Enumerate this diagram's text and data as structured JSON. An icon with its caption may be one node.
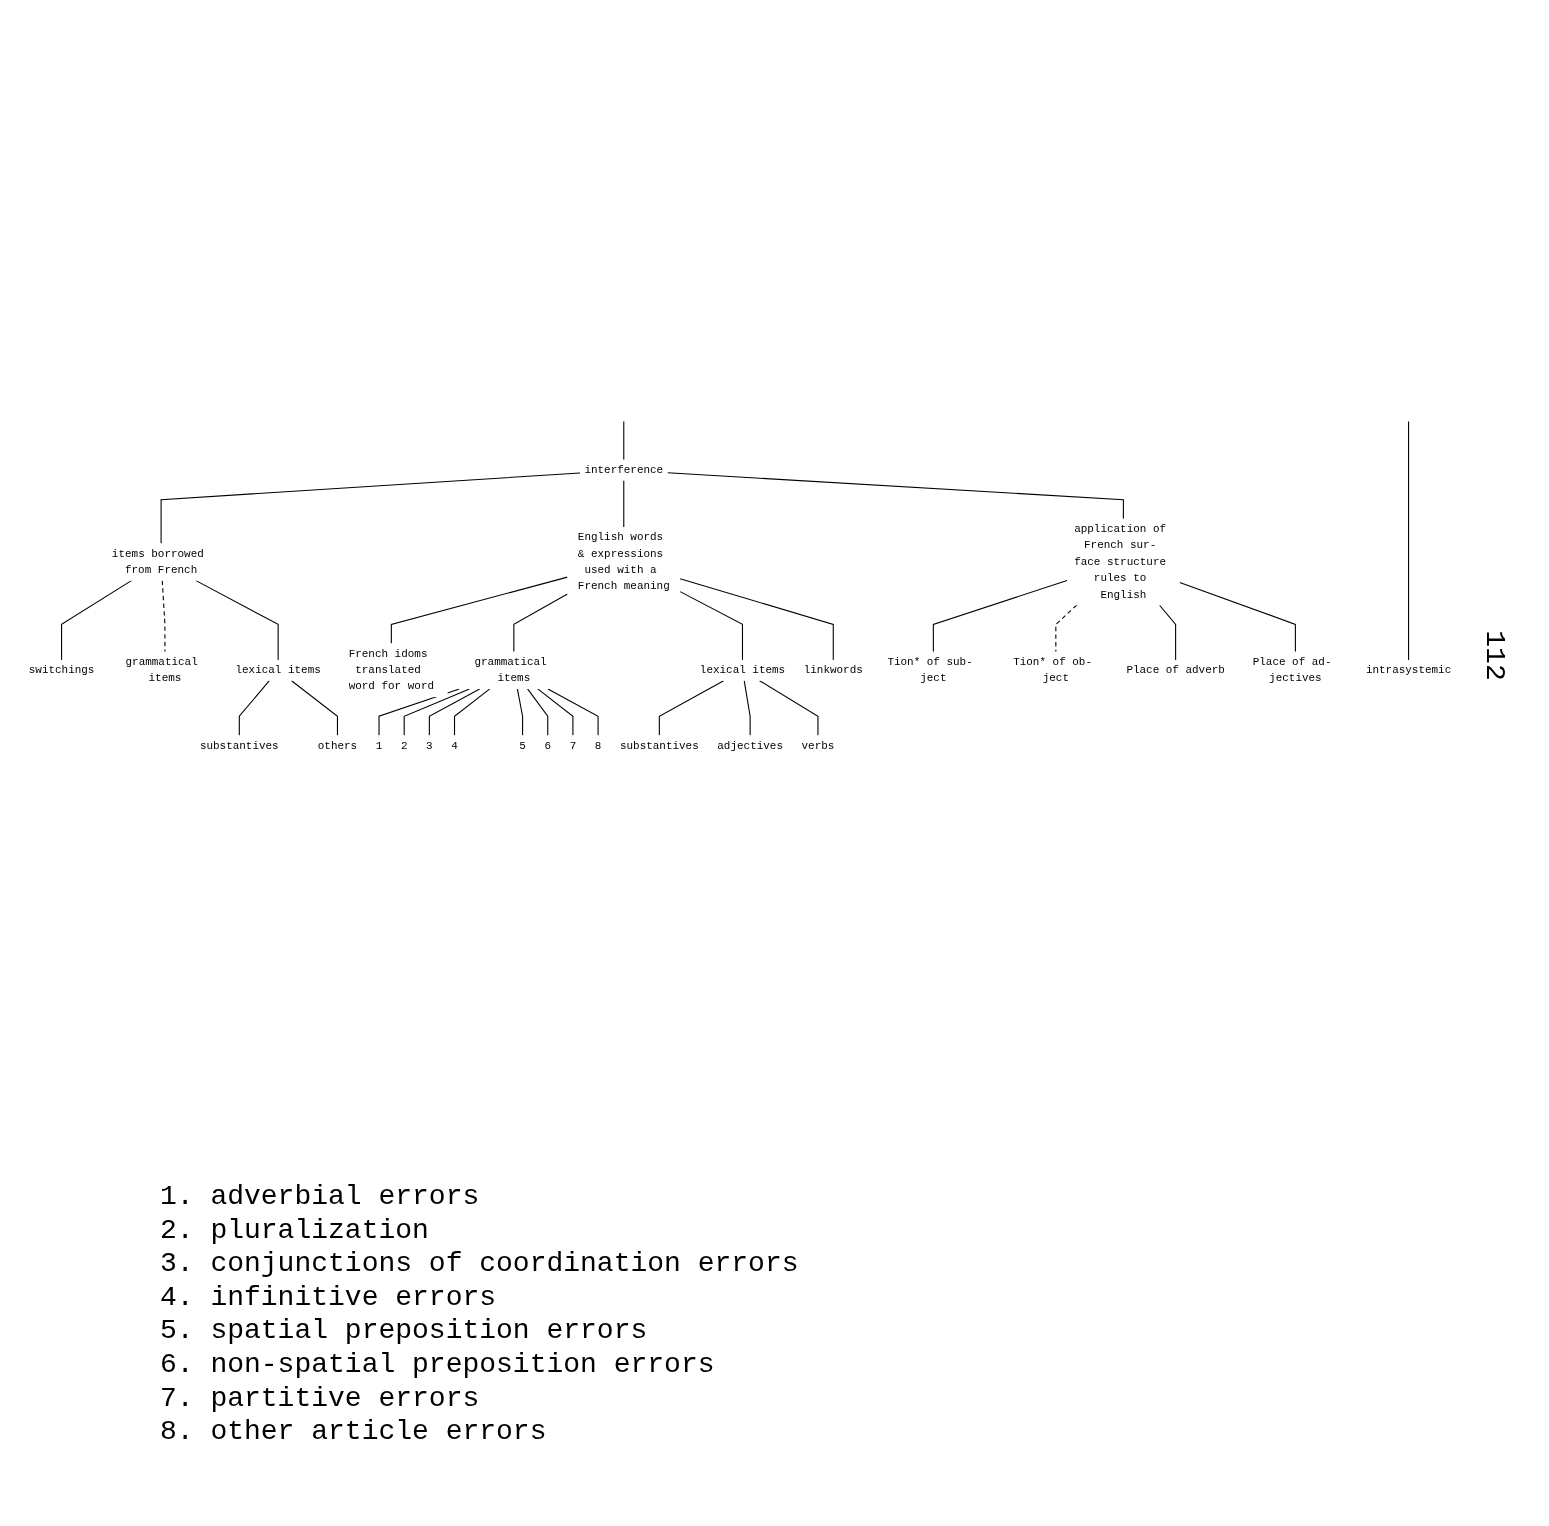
{
  "diagram": {
    "nodes": [
      {
        "text": [
          "interference"
        ]
      },
      {
        "text": [
          "intrasystemic"
        ]
      },
      {
        "text": [
          "items borrowed from French"
        ]
      },
      {
        "text": [
          "English words & expressions used with a French meaning"
        ]
      },
      {
        "text": [
          "application of French sur- face structure rules to English"
        ]
      },
      {
        "text": [
          "switchings"
        ]
      },
      {
        "text": [
          "grammatical items"
        ]
      },
      {
        "text": [
          "lexical items"
        ]
      },
      {
        "text": [
          "French idoms translated word for word"
        ]
      },
      {
        "text": [
          "grammatical items"
        ]
      },
      {
        "text": [
          "lexical items"
        ]
      },
      {
        "text": [
          "linkwords"
        ]
      },
      {
        "text": [
          "substantives"
        ]
      },
      {
        "text": [
          "others"
        ]
      },
      {
        "text": [
          "1"
        ]
      },
      {
        "text": [
          "2"
        ]
      },
      {
        "text": [
          "3"
        ]
      },
      {
        "text": [
          "4"
        ]
      },
      {
        "text": [
          "5"
        ]
      },
      {
        "text": [
          "6"
        ]
      },
      {
        "text": [
          "7"
        ]
      },
      {
        "text": [
          "8"
        ]
      },
      {
        "text": [
          "substantives"
        ]
      },
      {
        "text": [
          "adjectives"
        ]
      },
      {
        "text": [
          "verbs"
        ]
      },
      {
        "text": [
          "Tion* of sub- ject"
        ]
      },
      {
        "text": [
          "Tion* of ob- ject"
        ]
      },
      {
        "text": [
          "Place of adverb"
        ]
      },
      {
        "text": [
          "Place of ad- jectives"
        ]
      }
    ],
    "edges": [
      {
        "from": null,
        "to": 0,
        "arrow": "none"
      },
      {
        "from": null,
        "to": 1,
        "arrow": "none"
      },
      {
        "from": 0,
        "to": 2,
        "arrow": "none"
      },
      {
        "from": 0,
        "to": 3,
        "arrow": "none"
      },
      {
        "from": 0,
        "to": 4,
        "arrow": "none"
      },
      {
        "from": 2,
        "to": 5,
        "arrow": "none"
      },
      {
        "from": 2,
        "to": 6,
        "arrow": "none",
        "style": "dashed"
      },
      {
        "from": 2,
        "to": 7,
        "arrow": "none"
      },
      {
        "from": 3,
        "to": 8,
        "arrow": "none"
      },
      {
        "from": 3,
        "to": 9,
        "arrow": "none"
      },
      {
        "from": 3,
        "to": 10,
        "arrow": "none"
      },
      {
        "from": 3,
        "to": 11,
        "arrow": "none"
      },
      {
        "from": 4,
        "to": 25,
        "arrow": "none"
      },
      {
        "from": 4,
        "to": 26,
        "arrow": "none",
        "style": "dashed"
      },
      {
        "from": 4,
        "to": 27,
        "arrow": "none"
      },
      {
        "from": 4,
        "to": 28,
        "arrow": "none"
      },
      {
        "from": 7,
        "to": 12,
        "arrow": "none"
      },
      {
        "from": 7,
        "to": 13,
        "arrow": "none"
      },
      {
        "from": 9,
        "to": 14,
        "arrow": "none"
      },
      {
        "from": 9,
        "to": 15,
        "arrow": "none"
      },
      {
        "from": 9,
        "to": 16,
        "arrow": "none"
      },
      {
        "from": 9,
        "to": 17,
        "arrow": "none"
      },
      {
        "from": 9,
        "to": 18,
        "arrow": "none"
      },
      {
        "from": 9,
        "to": 19,
        "arrow": "none"
      },
      {
        "from": 9,
        "to": 20,
        "arrow": "none"
      },
      {
        "from": 9,
        "to": 21,
        "arrow": "none"
      },
      {
        "from": 10,
        "to": 22,
        "arrow": "none"
      },
      {
        "from": 10,
        "to": 23,
        "arrow": "none"
      },
      {
        "from": 10,
        "to": 24,
        "arrow": "none"
      }
    ],
    "labels": [
      "112",
      "1. adverbial errors",
      "2. pluralization",
      "3. conjunctions of coordination errors",
      "4. infinitive errors",
      "5. spatial preposition errors",
      "6. non-spatial preposition errors",
      "7. partitive errors",
      "8. other article errors"
    ]
  }
}
